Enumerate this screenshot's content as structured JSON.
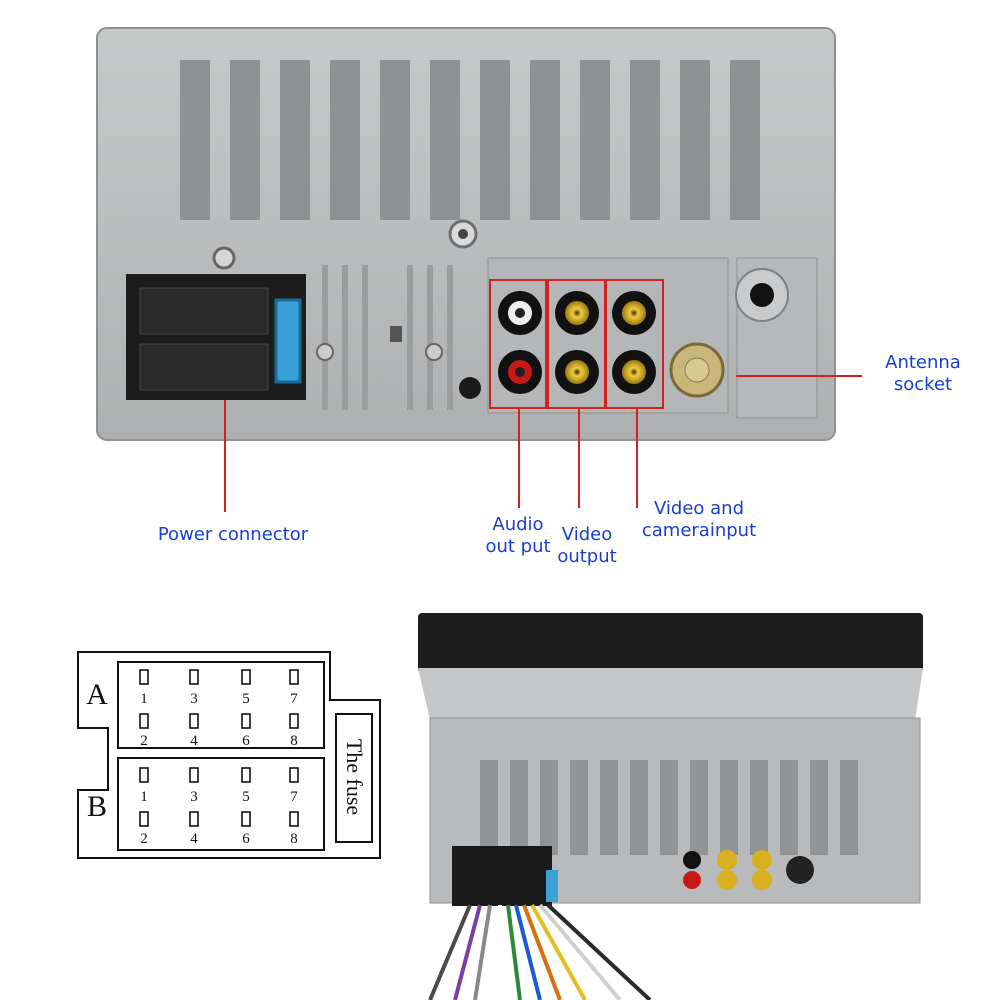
{
  "callouts": {
    "antenna": [
      "Antenna",
      "socket"
    ],
    "power": "Power connector",
    "audio": [
      "Audio",
      "out put"
    ],
    "video_out": [
      "Video",
      "output"
    ],
    "video_in": [
      "Video and",
      "camerainput"
    ]
  },
  "diagram": {
    "block_a": "A",
    "block_b": "B",
    "fuse": "The fuse",
    "pins_top_row": [
      "1",
      "3",
      "5",
      "7"
    ],
    "pins_bottom_row": [
      "2",
      "4",
      "6",
      "8"
    ]
  },
  "colors": {
    "callout_text": "#1a3fd0",
    "callout_line": "#d42020",
    "housing": "#b9bbbc",
    "rca_gold": "#d8b020",
    "rca_red": "#c81818"
  }
}
